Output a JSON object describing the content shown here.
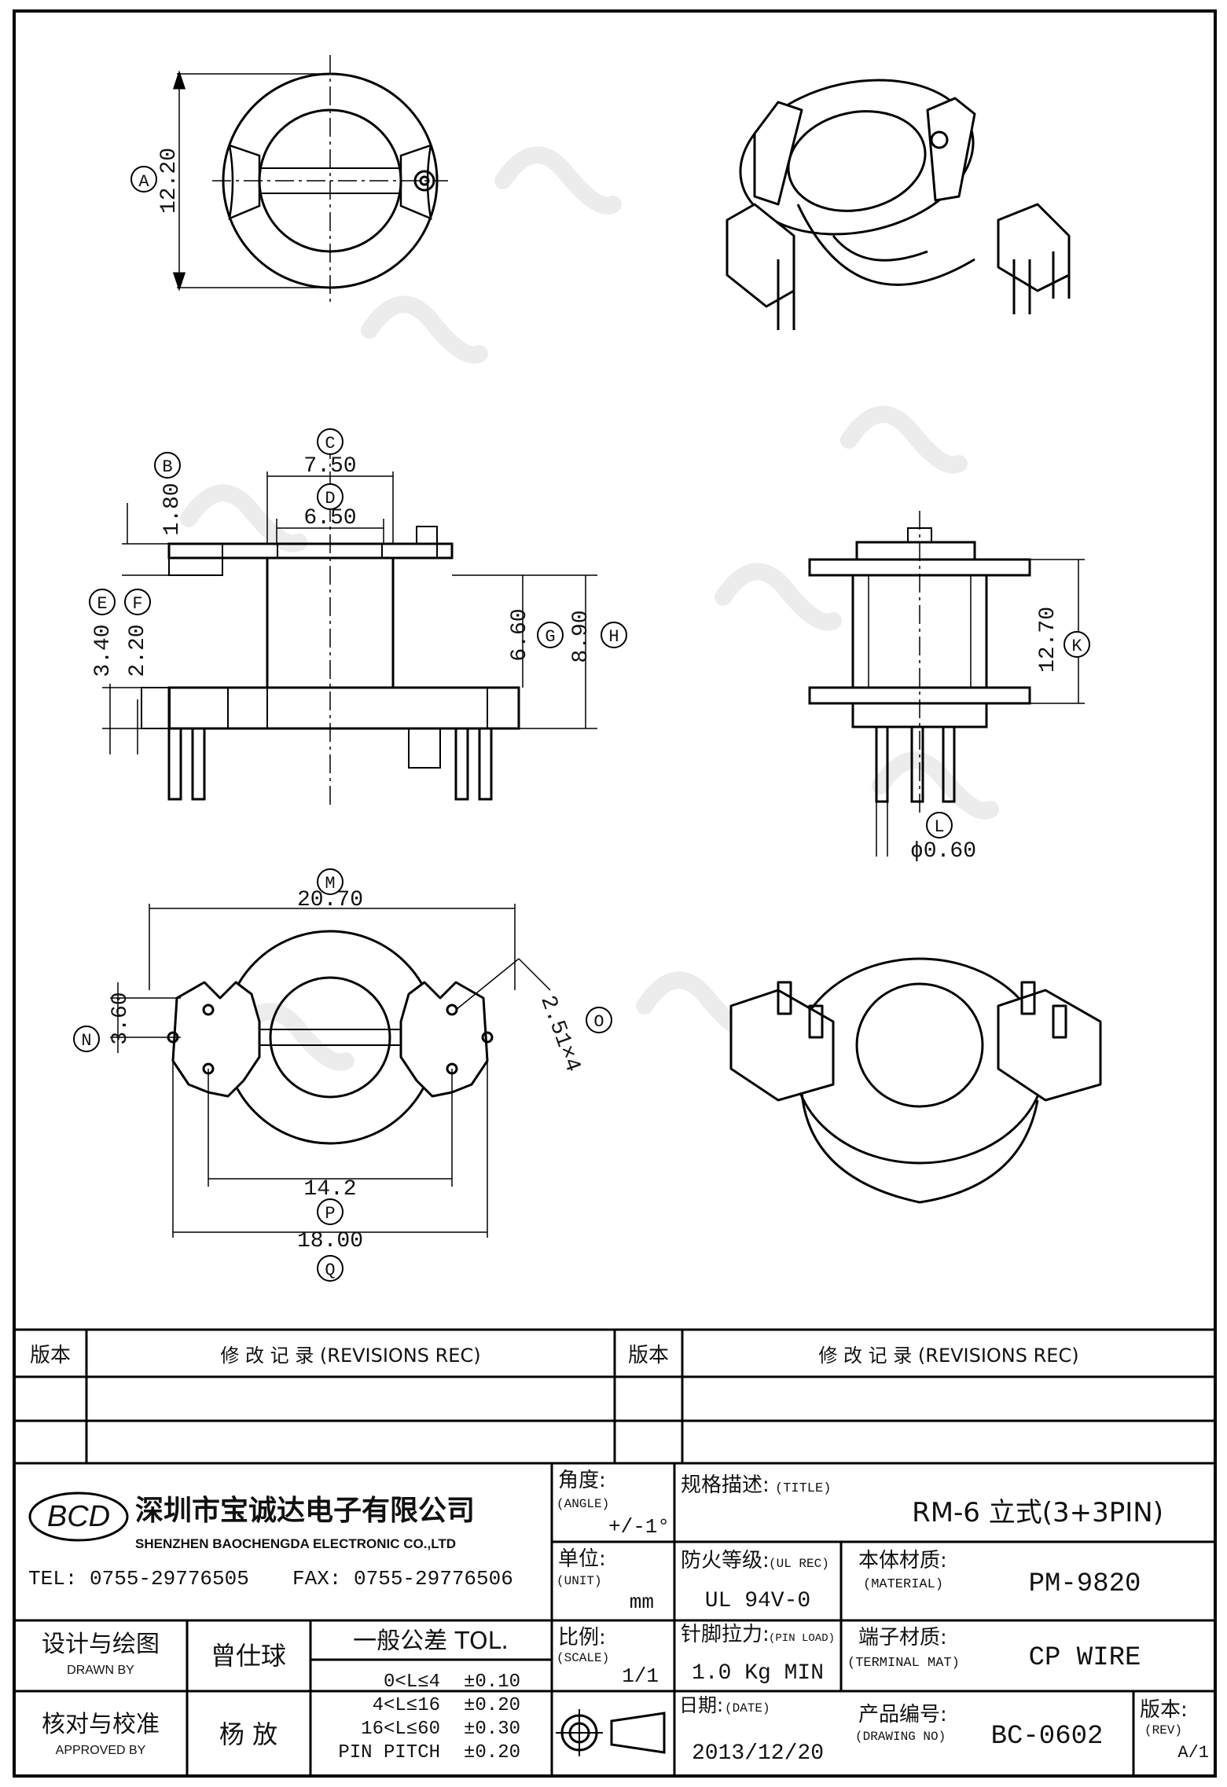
{
  "dims": {
    "A": "A",
    "a_val": "12.20",
    "B": "B",
    "b_val": "1.80",
    "C": "C",
    "c_val": "7.50",
    "D": "D",
    "d_val": "6.50",
    "E": "E",
    "e_val": "3.40",
    "F": "F",
    "f_val": "2.20",
    "G": "G",
    "g_val": "6.60",
    "H": "H",
    "h_val": "8.90",
    "K": "K",
    "k_val": "12.70",
    "L": "L",
    "l_val": "ϕ0.60",
    "M": "M",
    "m_val": "20.70",
    "N": "N",
    "n_val": "3.60",
    "O": "O",
    "o_val": "2.51×4",
    "P": "P",
    "p_val": "14.2",
    "Q": "Q",
    "q_val": "18.00"
  },
  "revisions": {
    "ver_label": "版本",
    "rec_label": "修 改 记 录  (REVISIONS REC)"
  },
  "company": {
    "logo_text": "BCD",
    "name_cn": "深圳市宝诚达电子有限公司",
    "name_en": "SHENZHEN BAOCHENGDA ELECTRONIC CO.,LTD",
    "tel": "TEL: 0755-29776505",
    "fax": "FAX: 0755-29776506"
  },
  "titleblock": {
    "angle_label": "角度:",
    "angle_en": "(ANGLE)",
    "angle_val": "+/-1°",
    "unit_label": "单位:",
    "unit_en": "(UNIT)",
    "unit_val": "mm",
    "scale_label": "比例:",
    "scale_en": "(SCALE)",
    "scale_val": "1/1",
    "title_label": "规格描述:",
    "title_en": "(TITLE)",
    "title_val": "RM-6 立式(3+3PIN)",
    "ul_label": "防火等级:",
    "ul_en": "(UL REC)",
    "ul_val": "UL 94V-0",
    "material_label": "本体材质:",
    "material_en": "(MATERIAL)",
    "material_val": "PM-9820",
    "pinload_label": "针脚拉力:",
    "pinload_en": "(PIN LOAD)",
    "pinload_val": "1.0 Kg MIN",
    "terminal_label": "端子材质:",
    "terminal_en": "(TERMINAL MAT)",
    "terminal_val": "CP WIRE",
    "date_label": "日期:",
    "date_en": "(DATE)",
    "date_val": "2013/12/20",
    "drawno_label": "产品编号:",
    "drawno_en": "(DRAWING NO)",
    "drawno_val": "BC-0602",
    "rev_label": "版本:",
    "rev_en": "(REV)",
    "rev_val": "A/1",
    "drawn_label": "设计与绘图",
    "drawn_en": "DRAWN BY",
    "drawn_val": "曾仕球",
    "approved_label": "核对与校准",
    "approved_en": "APPROVED BY",
    "approved_val": "杨  放",
    "tol_title": "一般公差 TOL.",
    "tol_rows": [
      {
        "range": "0<L≤4",
        "tol": "±0.10"
      },
      {
        "range": "4<L≤16",
        "tol": "±0.20"
      },
      {
        "range": "16<L≤60",
        "tol": "±0.30"
      },
      {
        "range": "PIN PITCH",
        "tol": "±0.20"
      }
    ]
  }
}
